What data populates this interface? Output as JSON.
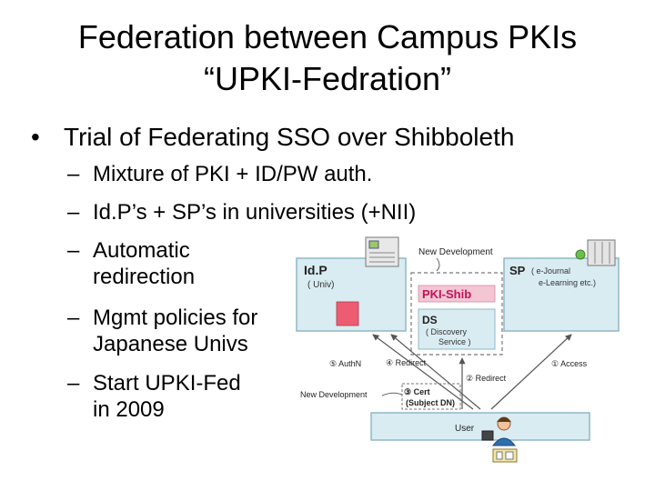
{
  "title": {
    "line1": "Federation between Campus PKIs",
    "line2": "“UPKI-Fedration”"
  },
  "bullet": {
    "marker": "•",
    "text": "Trial of Federating SSO over Shibboleth"
  },
  "subbullets": {
    "marker": "–",
    "items": [
      {
        "line1": "Mixture of PKI + ID/PW auth."
      },
      {
        "line1": "Id.P’s + SP’s in universities (+NII)"
      },
      {
        "line1": "Automatic",
        "line2": "redirection"
      },
      {
        "line1": "Mgmt policies for",
        "line2": "Japanese Univs"
      },
      {
        "line1": "Start UPKI-Fed",
        "line2": "in 2009"
      }
    ]
  },
  "diagram": {
    "idp_title": "Id.P",
    "idp_sub": "( Univ)",
    "sp_title": "SP",
    "sp_sub1": "( e-Journal",
    "sp_sub2": "e-Learning etc.)",
    "new_dev_top": "New Development",
    "pki_shib": "PKI-Shib",
    "ds_title": "DS",
    "ds_sub1": "( Discovery",
    "ds_sub2": "Service )",
    "step5": "⑤ AuthN",
    "step4": "④ Redirect",
    "step2": "② Redirect",
    "step1": "① Access",
    "step3a": "③ Cert",
    "step3b": "(Subject DN)",
    "new_dev_bottom": "New Development",
    "user": "User",
    "colors": {
      "box_fill": "#d9ecf2",
      "box_stroke": "#8fb8c6",
      "pki_fill": "#f3c6d3",
      "pki_text": "#c0145a",
      "red_block": "#ee5c72"
    }
  }
}
